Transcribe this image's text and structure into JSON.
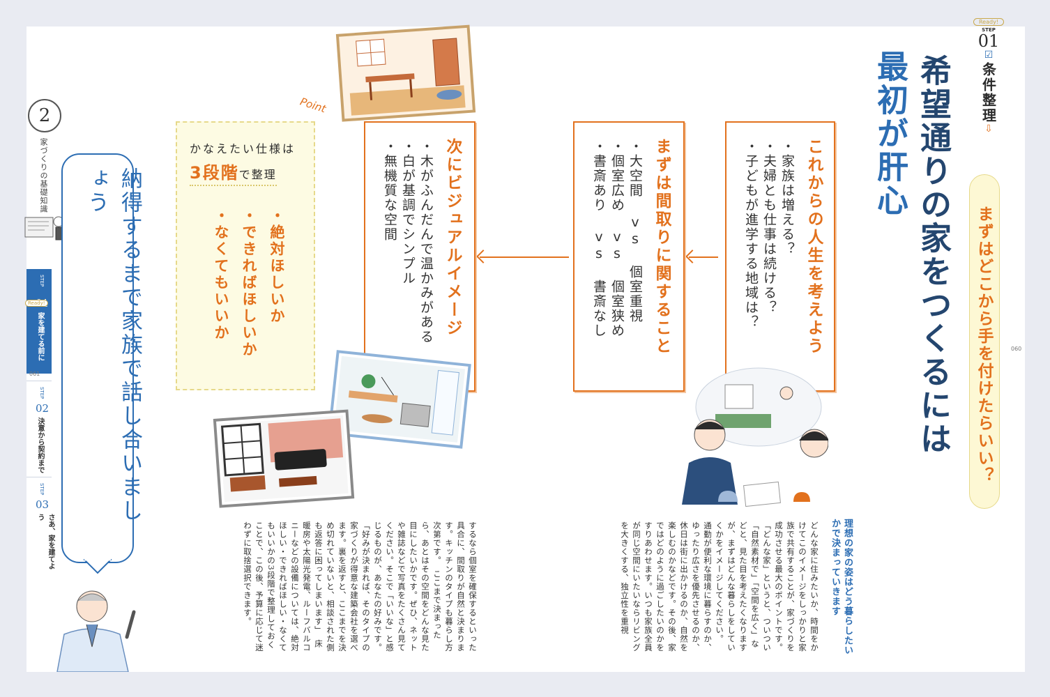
{
  "chapter": {
    "number": "2",
    "title": "家づくりの基礎知識"
  },
  "tabs": [
    {
      "step_word": "STEP",
      "number": "01",
      "label": "家を建てる前に",
      "badge": "Ready!"
    },
    {
      "step_word": "STEP",
      "number": "02",
      "label": "決意から契約まで"
    },
    {
      "step_word": "STEP",
      "number": "03",
      "label": "さあ、家を建てよう"
    }
  ],
  "folios": {
    "left": "061",
    "right": "060"
  },
  "step_badge": {
    "ready": "Ready!",
    "step_word": "STEP",
    "number": "01",
    "label": "条件整理"
  },
  "question_banner": "まずはどこから手を付けたらいい？",
  "headline": {
    "line1": "希望通りの家をつくるには",
    "line2": "最初が肝心"
  },
  "box1": {
    "head": "これからの人生を考えよう",
    "items": [
      "・家族は増える？",
      "・夫婦とも仕事は続ける？",
      "・子どもが進学する地域は？"
    ]
  },
  "box2": {
    "head": "まずは間取りに関すること",
    "items": [
      "・大空間 vs 個室重視",
      "・個室広め vs 個室狭め",
      "・書斎あり vs 書斎なし"
    ]
  },
  "box3": {
    "head": "次にビジュアルイメージ",
    "items": [
      "・木がふんだんで温かみがある",
      "・白が基調でシンプル",
      "・無機質な空間"
    ]
  },
  "point_note": {
    "tag": "Point",
    "title1": "かなえたい仕様は",
    "title2_big": "3段階",
    "title2_small": "で整理",
    "items": [
      "・絶対ほしいか",
      "・できればほしいか",
      "・なくてもいいか"
    ]
  },
  "speech_bubble": "納得するまで家族で話し合いましょう",
  "subhead": "理想の家の姿はどう暮らしたいかで決まっていきます",
  "body_right": "どんな家に住みたいか、時間をかけてこのイメージをしっかりと家族で共有することが、家づくりを成功させる最大のポイントです。「どんな家」というと、ついつい「自然素材で」「空間を広く」などと、見た目を考えたくなりますが、まずはどんな暮らしをしていくかをイメージしてください。　通勤が便利な環境に暮らすのか、ゆったり広さを優先させるのか、休日は街に出かけるのか、自然を楽しむのかなどです。その後、家ではどのように過ごしたいのかをすりあわせます。いつも家族全員が同じ空間にいたいならリビングを大きくする、独立性を重視",
  "body_left": "するなら個室を確保するといった具合に、間取りが自然と決まります。キッチンのタイプも暮らし方次第です。　ここまで決まったら、あとはその空間をどんな見た目にしたいかです。ぜひ、ネットや雑誌などで写真をたくさん見てください。そこで「いいな」と感じるものが、あなたの好みです。　「好みが決まれば、そのタイプの家づくりが得意な建築会社を選べます。裏を返すと、ここまでを決め切れていないと、相談された側も返答に困ってしまいます」　床暖房や太陽光発電、ルーフバルコニーなどの設備については、絶対ほしい・できればほしい・なくてもいいかの3段階で整理しておくことで、この後、予算に応じて迷わずに取捨選択できます。"
}
